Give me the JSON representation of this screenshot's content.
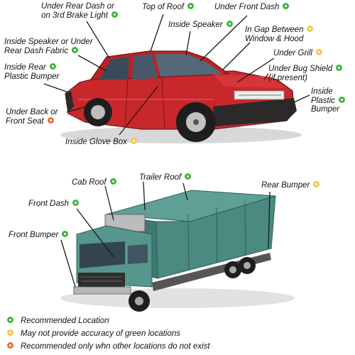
{
  "colors": {
    "green": "#3fb43f",
    "yellow": "#f2c94c",
    "red": "#e8703a",
    "car_body": "#c8282c",
    "truck_body": "#4e8c83",
    "line": "#1a1a1a"
  },
  "car_labels": [
    {
      "id": "under-rear-dash",
      "lines": [
        "Under Rear Dash or",
        "on 3rd Brake Light"
      ],
      "dot": "green"
    },
    {
      "id": "top-of-roof",
      "lines": [
        "Top of Roof"
      ],
      "dot": "green"
    },
    {
      "id": "under-front-dash",
      "lines": [
        "Under Front Dash"
      ],
      "dot": "green"
    },
    {
      "id": "inside-speaker-top",
      "lines": [
        "Inside Speaker"
      ],
      "dot": "green"
    },
    {
      "id": "inside-speaker-rear",
      "lines": [
        "Inside Speaker or Under",
        "Rear Dash Fabric"
      ],
      "dot": "green"
    },
    {
      "id": "window-hood",
      "lines": [
        "In Gap Between",
        "Window & Hood"
      ],
      "dot": "yellow"
    },
    {
      "id": "inside-rear-bumper",
      "lines": [
        "Inside Rear",
        "Plastic Bumper"
      ],
      "dot": "green"
    },
    {
      "id": "under-grill",
      "lines": [
        "Under Grill"
      ],
      "dot": "yellow"
    },
    {
      "id": "under-bug-shield",
      "lines": [
        "Under Bug Shield",
        "(if present)"
      ],
      "dot": "green"
    },
    {
      "id": "inside-plastic-bumper",
      "lines": [
        "Inside",
        "Plastic",
        "Bumper"
      ],
      "dot": "green"
    },
    {
      "id": "under-seat",
      "lines": [
        "Under Back or",
        "Front Seat"
      ],
      "dot": "red"
    },
    {
      "id": "glove-box",
      "lines": [
        "Inside Glove Box"
      ],
      "dot": "yellow"
    }
  ],
  "truck_labels": [
    {
      "id": "cab-roof",
      "lines": [
        "Cab Roof"
      ],
      "dot": "green"
    },
    {
      "id": "trailer-roof",
      "lines": [
        "Trailer Roof"
      ],
      "dot": "green"
    },
    {
      "id": "rear-bumper",
      "lines": [
        "Rear Bumper"
      ],
      "dot": "yellow"
    },
    {
      "id": "front-dash",
      "lines": [
        "Front Dash"
      ],
      "dot": "green"
    },
    {
      "id": "front-bumper",
      "lines": [
        "Front Bumper"
      ],
      "dot": "green"
    }
  ],
  "legend": [
    {
      "dot": "green",
      "text": "Recommended Location"
    },
    {
      "dot": "yellow",
      "text": "May not provide accuracy of green locations"
    },
    {
      "dot": "red",
      "text": "Recommended only whn other locations do not exist"
    }
  ]
}
